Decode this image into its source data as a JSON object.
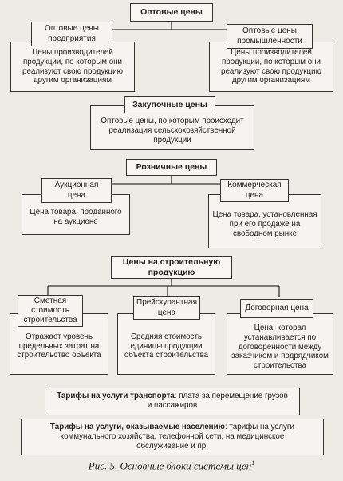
{
  "wholesale": {
    "title": "Оптовые цены",
    "enterprise": {
      "label": "Оптовые цены предприятия",
      "desc": "Цены производителей продукции, по которым они реализуют свою продукцию другим организациям"
    },
    "industry": {
      "label": "Оптовые цены промышленности",
      "desc": "Цены производителей продукции, по которым они реализуют свою продукцию другим организациям"
    }
  },
  "procurement": {
    "title": "Закупочные цены",
    "desc": "Оптовые цены, по которым происходит реализация сельскохозяйственной продукции"
  },
  "retail": {
    "title": "Розничные цены",
    "auction": {
      "label": "Аукционная цена",
      "desc": "Цена товара, проданного на аукционе"
    },
    "commercial": {
      "label": "Коммерческая цена",
      "desc": "Цена товара, установленная при его продаже на свободном рынке"
    }
  },
  "construction": {
    "title": "Цены на строительную продукцию",
    "estimate": {
      "label": "Сметная стоимость строительства",
      "desc": "Отражает уровень предельных затрат на строительство объекта"
    },
    "pricelist": {
      "label": "Прейскурантная цена",
      "desc": "Средняя стоимость единицы продукции объекта строительства"
    },
    "contract": {
      "label": "Договорная цена",
      "desc": "Цена, которая устанавливается по договоренности между заказчиком и подрядчиком строительства"
    }
  },
  "transport_tariff": {
    "bold": "Тарифы на услуги транспорта",
    "text": ": плата за перемещение грузов и пассажиров"
  },
  "public_tariff": {
    "bold": "Тарифы на услуги, оказываемые населению",
    "text": ": тарифы на услуги коммунального хозяйства, телефонной сети, на медицинское обслуживание и пр."
  },
  "caption": {
    "text": "Рис. 5. Основные блоки системы цен",
    "footnote": "1"
  }
}
